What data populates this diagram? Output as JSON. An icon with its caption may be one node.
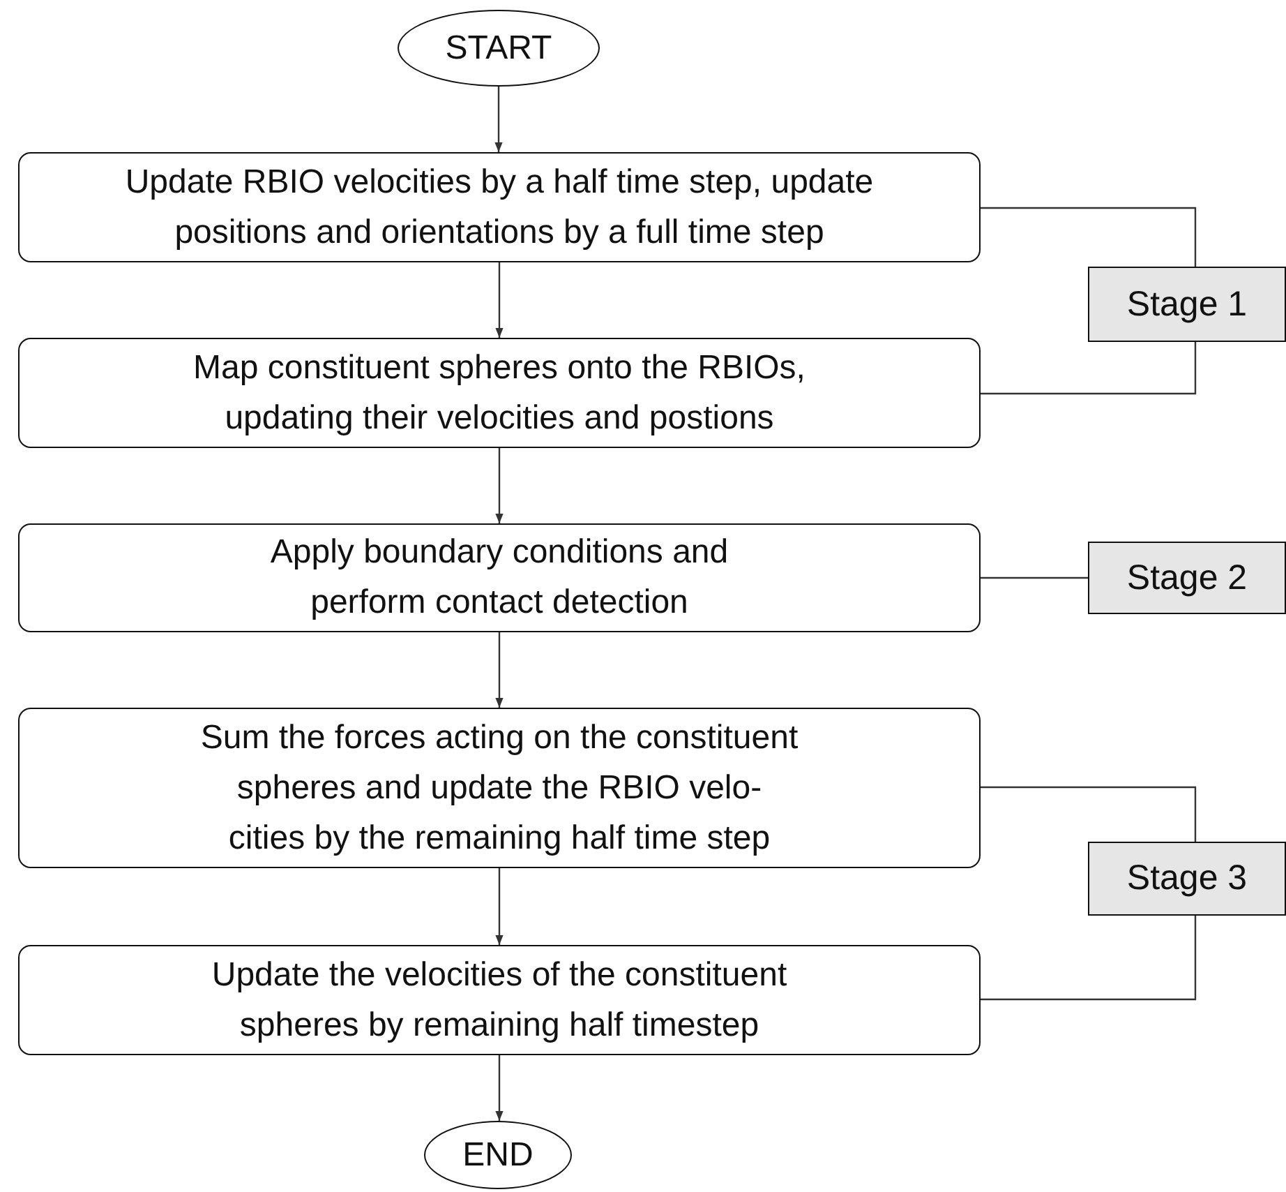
{
  "diagram": {
    "nodes": [
      {
        "text": [
          "START"
        ]
      },
      {
        "text": [
          "Update RBIO velocities by a half time step, update positions and orientations by a full time step"
        ]
      },
      {
        "text": [
          "Map constituent spheres onto the RBIOs, updating their velocities and postions"
        ]
      },
      {
        "text": [
          "Apply boundary conditions and perform contact detection"
        ]
      },
      {
        "text": [
          "Sum the forces acting on the constituent spheres and update the RBIO velo- cities by the remaining half time step"
        ]
      },
      {
        "text": [
          "Update the velocities of the constituent spheres by remaining half timestep"
        ]
      },
      {
        "text": [
          "END"
        ]
      },
      {
        "text": [
          "Stage 1"
        ]
      },
      {
        "text": [
          "Stage 2"
        ]
      },
      {
        "text": [
          "Stage 3"
        ]
      }
    ],
    "edges": [
      {
        "from": 0,
        "to": 1,
        "arrow": "to"
      },
      {
        "from": 1,
        "to": 2,
        "arrow": "to"
      },
      {
        "from": 2,
        "to": 3,
        "arrow": "to"
      },
      {
        "from": 3,
        "to": 4,
        "arrow": "to"
      },
      {
        "from": 4,
        "to": 5,
        "arrow": "to"
      },
      {
        "from": 5,
        "to": 6,
        "arrow": "to"
      },
      {
        "from": 1,
        "to": 7,
        "arrow": "none"
      },
      {
        "from": 2,
        "to": 7,
        "arrow": "none"
      },
      {
        "from": 3,
        "to": 8,
        "arrow": "none"
      },
      {
        "from": 4,
        "to": 9,
        "arrow": "none"
      },
      {
        "from": 5,
        "to": 9,
        "arrow": "none"
      }
    ]
  }
}
